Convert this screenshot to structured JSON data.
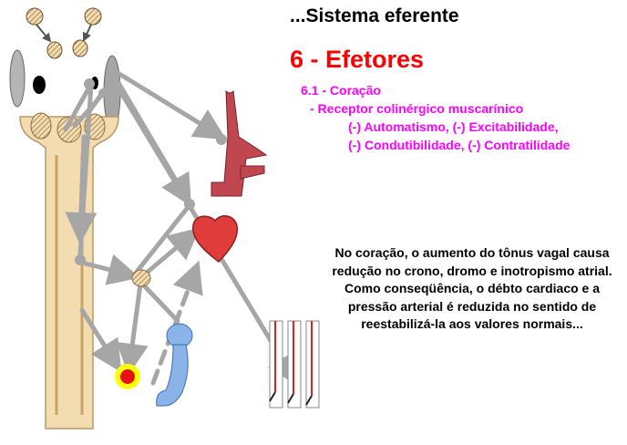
{
  "header": {
    "title": "...Sistema eferente",
    "subtitle": "6 - Efetores"
  },
  "section": {
    "heading": "6.1 - Coração",
    "receptor": "- Receptor colinérgico muscarínico",
    "effects_line1": "(-) Automatismo, (-) Excitabilidade,",
    "effects_line2": "(-) Condutibilidade, (-) Contratilidade"
  },
  "explanation": "No coração, o aumento do tônus vagal causa redução no crono, dromo e inotropismo atrial. Como conseqüência, o débto cardiaco e a pressão arterial é reduzida no sentido de reestabilizá-la aos valores normais...",
  "colors": {
    "title": "#000000",
    "subtitle": "#ff0000",
    "magenta_text": "#ff00ff",
    "cord": "#f3ddb0",
    "arrow": "#a6a6a6",
    "vessel": "#c0464f",
    "heart": "#e03c3c",
    "bladder": "#8ab4e8"
  },
  "icons": [
    "neuron-cell-icon",
    "brainstem-icon",
    "spinal-cord-icon",
    "heart-icon",
    "blood-vessel-icon",
    "bladder-icon",
    "target-receptor-icon",
    "recording-strips-icon"
  ]
}
